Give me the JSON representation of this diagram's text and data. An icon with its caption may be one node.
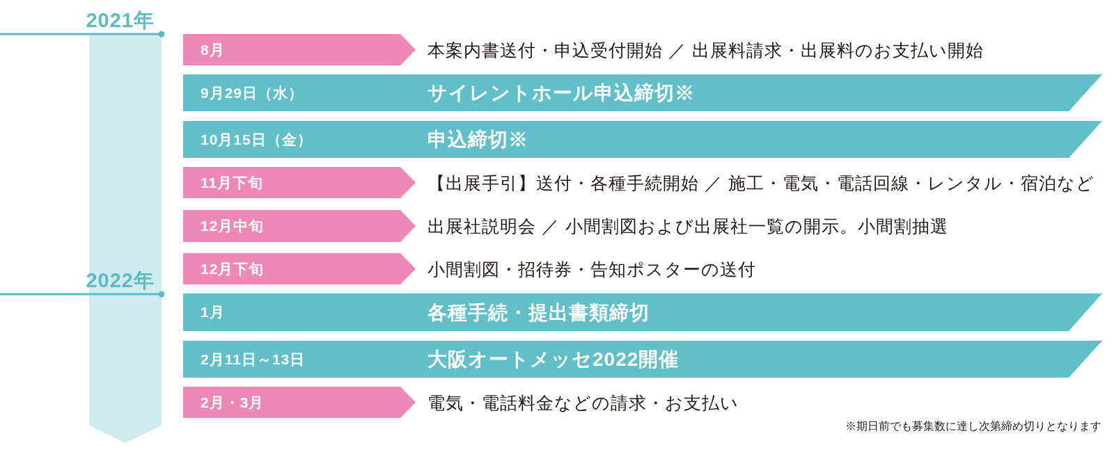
{
  "diagram": {
    "nodes": [
      {
        "text": [
          "8月"
        ],
        "beside": [
          "本案内書送付・申込受付開始 ／ 出展料請求・出展料のお支払い開始"
        ]
      },
      {
        "text": [
          "9月29日（水）",
          "サイレントホール申込締切※"
        ]
      },
      {
        "text": [
          "10月15日（金）",
          "申込締切※"
        ]
      },
      {
        "text": [
          "11月下旬"
        ],
        "beside": [
          "【出展手引】送付・各種手続開始 ／ 施工・電気・電話回線・レンタル・宿泊など"
        ]
      },
      {
        "text": [
          "12月中旬"
        ],
        "beside": [
          "出展社説明会 ／ 小間割図および出展社一覧の開示。小間割抽選"
        ]
      },
      {
        "text": [
          "12月下旬"
        ],
        "beside": [
          "小間割図・招待券・告知ポスターの送付"
        ]
      },
      {
        "text": [
          "1月",
          "各種手続・提出書類締切"
        ]
      },
      {
        "text": [
          "2月11日～13日",
          "大阪オートメッセ2022開催"
        ]
      },
      {
        "text": [
          "2月・3月"
        ],
        "beside": [
          "電気・電話料金などの請求・お支払い"
        ]
      }
    ],
    "labels": [
      "2021年",
      "2022年",
      "※期日前でも募集数に達し次第締め切りとなります"
    ]
  }
}
